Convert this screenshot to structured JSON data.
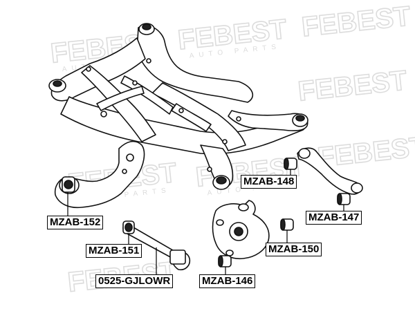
{
  "watermark": {
    "brand": "FEBEST",
    "tagline": "AUTO PARTS",
    "color": "#dcdcdc"
  },
  "colors": {
    "line": "#111111",
    "leader": "#000000",
    "label_bg": "#ffffff"
  },
  "parts": [
    {
      "id": "mzab-148",
      "label": "MZAB-148"
    },
    {
      "id": "mzab-147",
      "label": "MZAB-147"
    },
    {
      "id": "mzab-152",
      "label": "MZAB-152"
    },
    {
      "id": "mzab-150",
      "label": "MZAB-150"
    },
    {
      "id": "mzab-151",
      "label": "MZAB-151"
    },
    {
      "id": "mzab-146",
      "label": "MZAB-146"
    },
    {
      "id": "0525-gjlowr",
      "label": "0525-GJLOWR"
    }
  ]
}
